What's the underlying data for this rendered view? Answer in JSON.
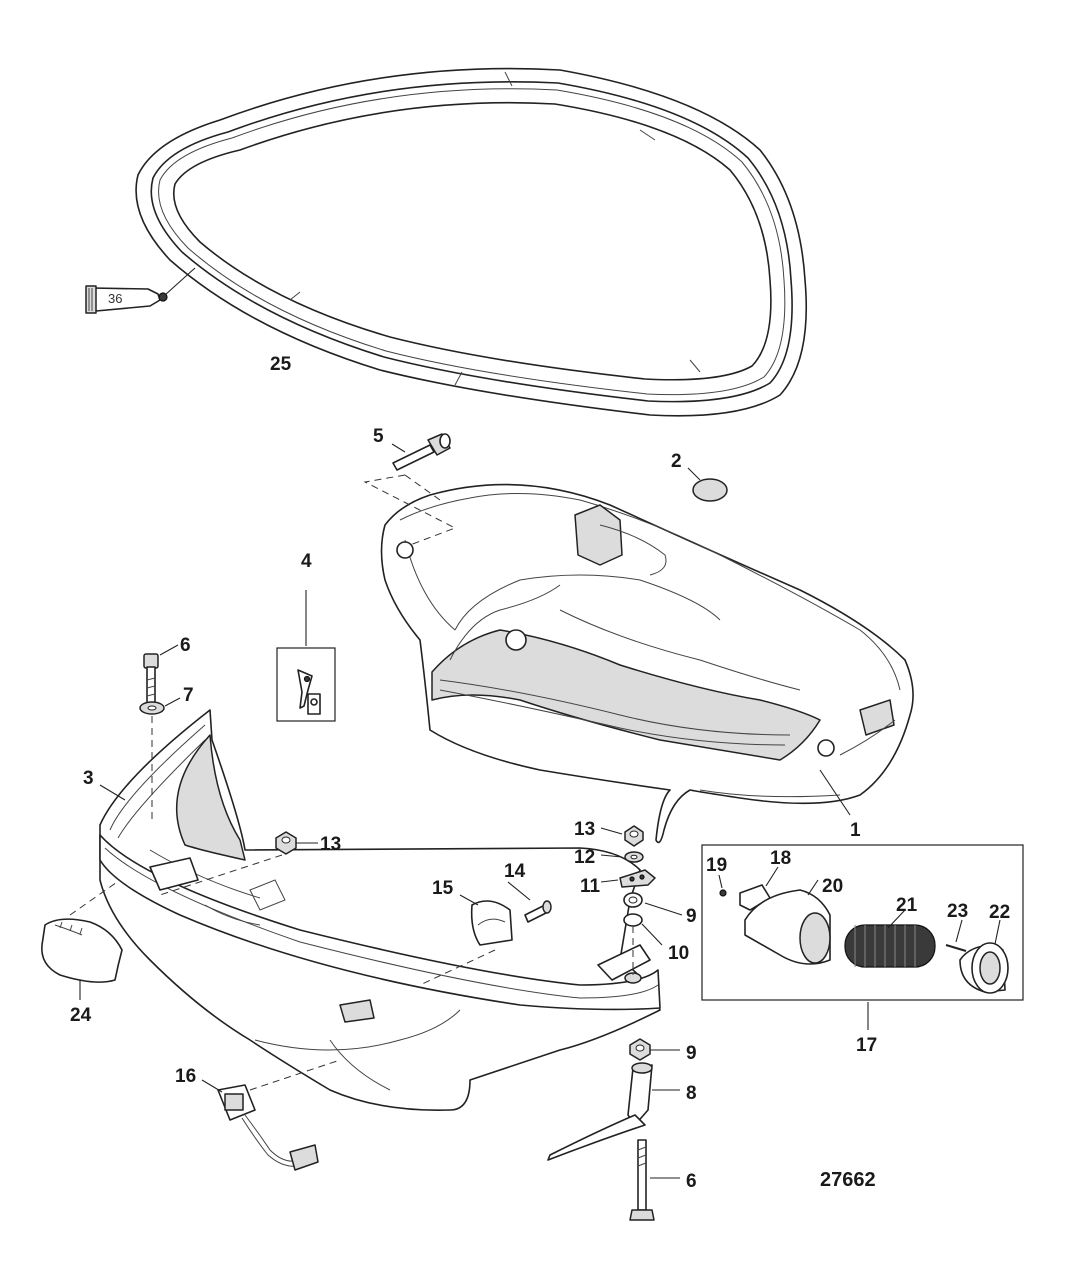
{
  "figure_id": "27662",
  "sealant_tube_label": "36",
  "callouts": {
    "c1": "1",
    "c2": "2",
    "c3": "3",
    "c4": "4",
    "c5": "5",
    "c6_top": "6",
    "c6_bottom": "6",
    "c7": "7",
    "c8": "8",
    "c9_upper": "9",
    "c9_lower": "9",
    "c10": "10",
    "c11": "11",
    "c12": "12",
    "c13_left": "13",
    "c13_right": "13",
    "c14": "14",
    "c15": "15",
    "c16": "16",
    "c17": "17",
    "c18": "18",
    "c19": "19",
    "c20": "20",
    "c21": "21",
    "c22": "22",
    "c23": "23",
    "c24": "24",
    "c25": "25"
  }
}
